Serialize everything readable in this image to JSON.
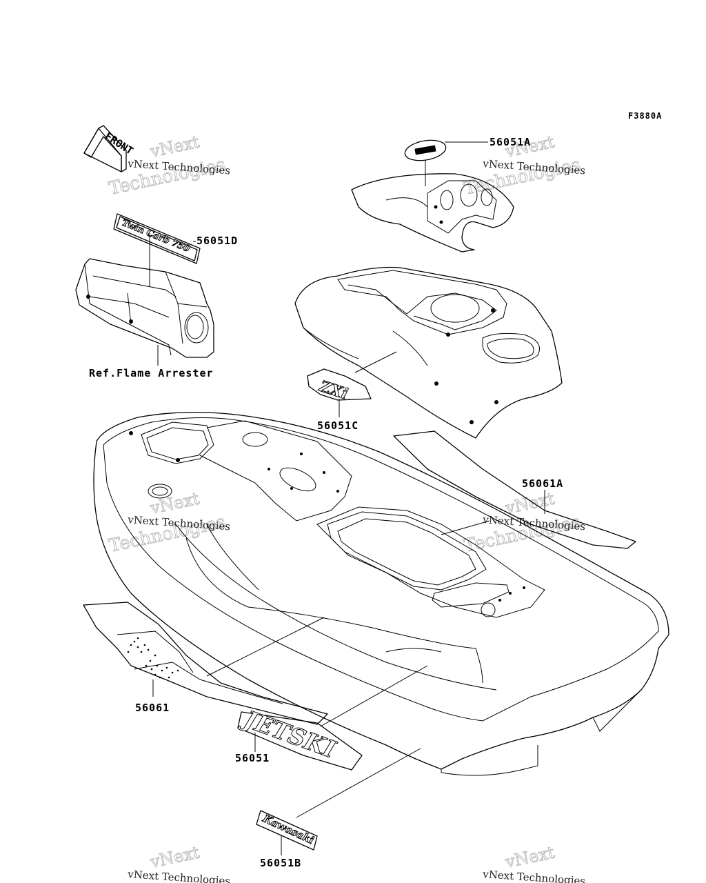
{
  "figure_code": "F3880A",
  "front_arrow": "FRONT",
  "watermark": {
    "line1": "vNext Technologies",
    "line2": "vNext",
    "line3": "Technologies"
  },
  "labels": {
    "p56051A": "56051A",
    "p56051D": "56051D",
    "flame_arrester": "Ref.Flame Arrester",
    "p56051C": "56051C",
    "p56061A": "56061A",
    "p56061": "56061",
    "p56051": "56051",
    "p56051B": "56051B"
  },
  "decals": {
    "twin_carb": "Twin Carb 750",
    "jetski": "JETSKI",
    "kawasaki": "Kawasaki",
    "zxi": "ZXi"
  }
}
